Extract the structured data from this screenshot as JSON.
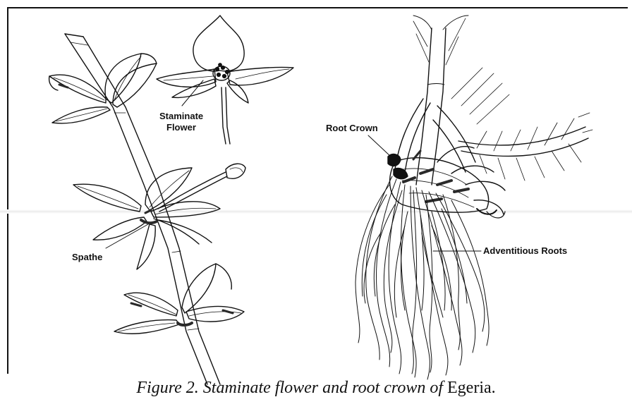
{
  "labels": {
    "staminate_line1": "Staminate",
    "staminate_line2": "Flower",
    "spathe": "Spathe",
    "root_crown": "Root Crown",
    "adventitious_roots": "Adventitious Roots"
  },
  "caption": {
    "prefix": "Figure 2. Staminate flower and root crown of",
    "genus": "Egeria."
  },
  "colors": {
    "ink": "#111111",
    "paper": "#ffffff",
    "shade": "#2a2a2a"
  }
}
